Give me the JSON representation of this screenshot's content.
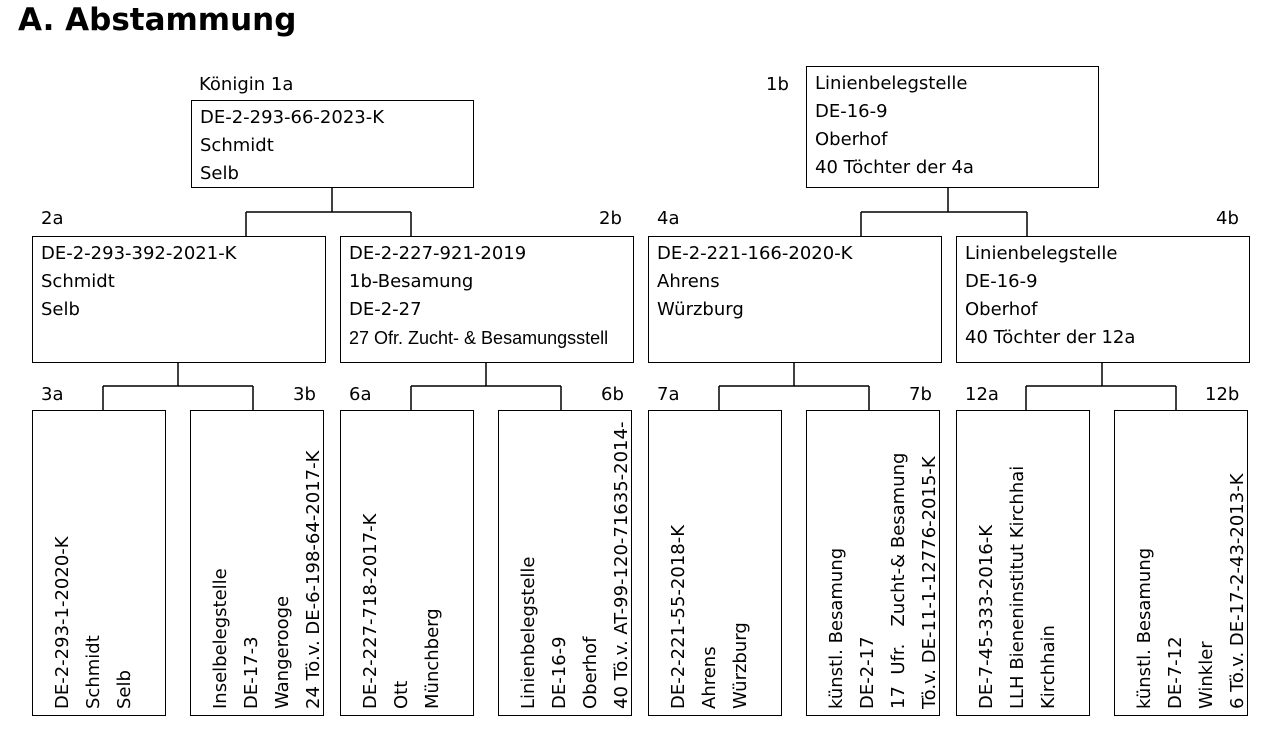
{
  "title": "A. Abstammung",
  "top_left": {
    "label": "Königin 1a",
    "lines": [
      "DE-2-293-66-2023-K",
      "Schmidt",
      "Selb"
    ]
  },
  "top_right": {
    "label": "1b",
    "lines": [
      "Linienbelegstelle",
      "DE-16-9",
      "Oberhof",
      "40 Töchter der 4a"
    ]
  },
  "row2": {
    "n2a": {
      "label": "2a",
      "lines": [
        "DE-2-293-392-2021-K",
        "Schmidt",
        "Selb"
      ]
    },
    "n2b": {
      "label": "2b",
      "lines": [
        "DE-2-227-921-2019",
        "1b-Besamung",
        "DE-2-27",
        "27 Ofr. Zucht- & Besamungsstell"
      ]
    },
    "n4a": {
      "label": "4a",
      "lines": [
        "DE-2-221-166-2020-K",
        "Ahrens",
        "Würzburg"
      ]
    },
    "n4b": {
      "label": "4b",
      "lines": [
        "Linienbelegstelle",
        "DE-16-9",
        "Oberhof",
        "40 Töchter der 12a"
      ]
    }
  },
  "row3": {
    "n3a": {
      "label": "3a",
      "lines": [
        "DE-2-293-1-2020-K",
        "Schmidt",
        "Selb"
      ]
    },
    "n3b": {
      "label": "3b",
      "lines": [
        "Inselbelegstelle",
        "DE-17-3",
        "Wangerooge",
        "24 Tö.v. DE-6-198-64-2017-K"
      ]
    },
    "n6a": {
      "label": "6a",
      "lines": [
        "DE-2-227-718-2017-K",
        "Ott",
        "Münchberg"
      ]
    },
    "n6b": {
      "label": "6b",
      "lines": [
        "Linienbelegstelle",
        "DE-16-9",
        "Oberhof",
        "40 Tö.v. AT-99-120-71635-2014-"
      ]
    },
    "n7a": {
      "label": "7a",
      "lines": [
        "DE-2-221-55-2018-K",
        "Ahrens",
        "Würzburg"
      ]
    },
    "n7b": {
      "label": "7b",
      "lines": [
        "künstl. Besamung",
        "DE-2-17",
        "17  Ufr.   Zucht-& Besamung",
        "Tö.v. DE-11-1-12776-2015-K"
      ]
    },
    "n12a": {
      "label": "12a",
      "lines": [
        "DE-7-45-333-2016-K",
        "LLH Bieneninstitut Kirchhai",
        "Kirchhain"
      ]
    },
    "n12b": {
      "label": "12b",
      "lines": [
        "künstl. Besamung",
        "DE-7-12",
        "Winkler",
        "6 Tö.v. DE-17-2-43-2013-K"
      ]
    }
  }
}
